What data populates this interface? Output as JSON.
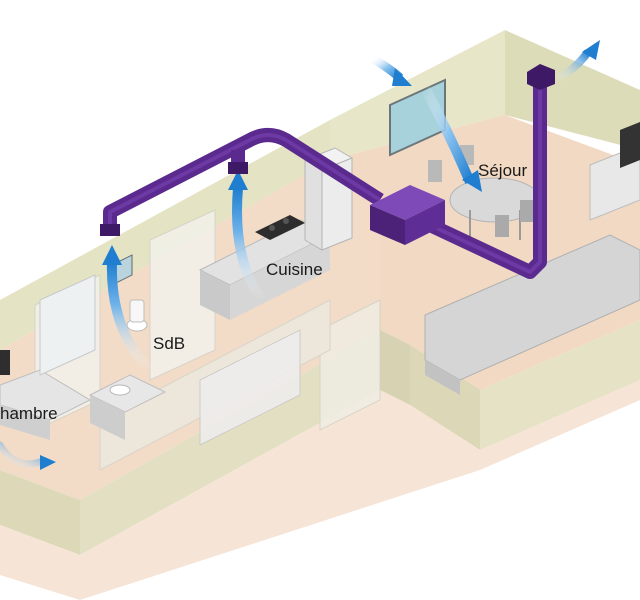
{
  "rooms": {
    "sejour": "Séjour",
    "cuisine": "Cuisine",
    "sdb": "SdB",
    "chambre": "hambre"
  },
  "colors": {
    "duct": "#5b2a8e",
    "duct_dark": "#3e1a66",
    "floor": "#f2d9c4",
    "wall": "#e7e6c8",
    "airflow": "#1f7ed0"
  }
}
